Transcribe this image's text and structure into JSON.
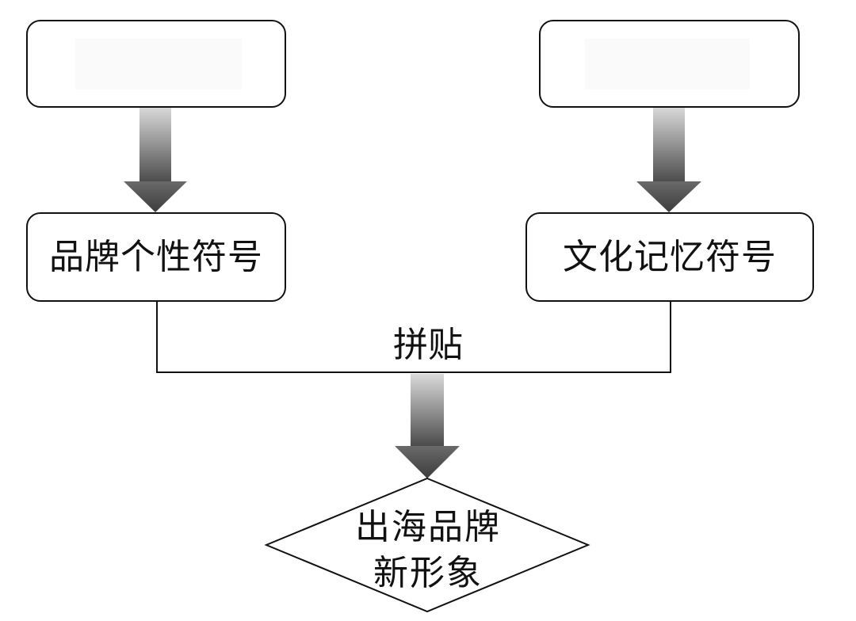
{
  "diagram": {
    "top_left_box": {
      "label": ""
    },
    "top_right_box": {
      "label": ""
    },
    "left_node": {
      "label": "品牌个性符号"
    },
    "right_node": {
      "label": "文化记忆符号"
    },
    "join_label": "拼贴",
    "result": {
      "line1": "出海品牌",
      "line2": "新形象"
    },
    "colors": {
      "stroke": "#111111",
      "arrow_light": "#d9d9d9",
      "arrow_dark": "#4a4a4a",
      "background": "#ffffff"
    }
  }
}
